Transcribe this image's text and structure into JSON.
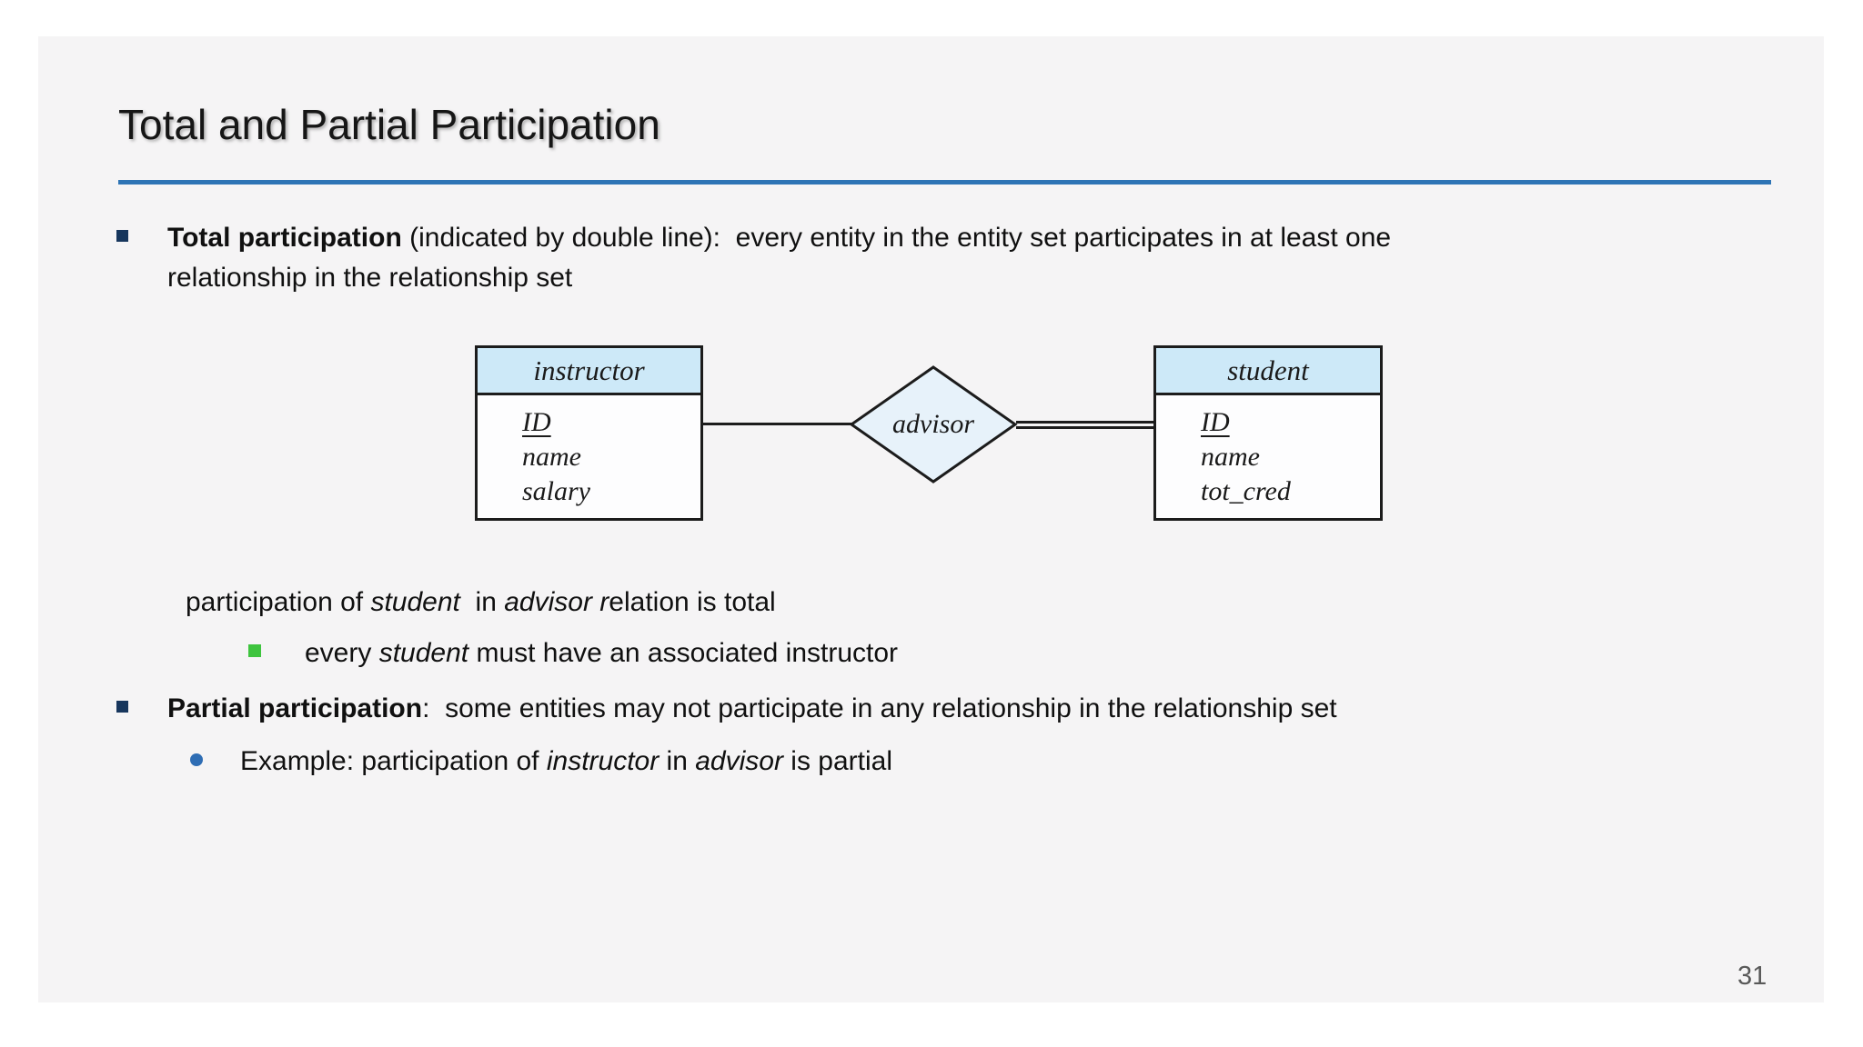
{
  "slide": {
    "title": "Total and Partial Participation",
    "page_number": "31"
  },
  "colors": {
    "slide_bg": "#f5f4f5",
    "accent_rule": "#2e74b5",
    "bullet_navy": "#17365d",
    "bullet_green": "#3ec43e",
    "bullet_dot_blue": "#2e6db4",
    "entity_header_fill": "#cde9f8",
    "entity_body_fill": "#fdfdfe",
    "diamond_fill": "#e7f2fa",
    "diagram_border": "#1c1c1c"
  },
  "bullets": {
    "total_runs": [
      {
        "t": "Total participation",
        "b": true
      },
      {
        "t": " (indicated by double line):  every entity in the entity set participates in at least one"
      },
      {
        "br": true
      },
      {
        "t": "relationship in the relationship set"
      }
    ],
    "total_note_runs": [
      {
        "t": "participation of "
      },
      {
        "t": "student",
        "i": true
      },
      {
        "t": "  in "
      },
      {
        "t": "advisor r",
        "i": true
      },
      {
        "t": "elation is total"
      }
    ],
    "total_subnote_runs": [
      {
        "t": "every "
      },
      {
        "t": "student",
        "i": true
      },
      {
        "t": " must have an associated instructor"
      }
    ],
    "partial_runs": [
      {
        "t": "Partial participation",
        "b": true
      },
      {
        "t": ":  some entities may not participate in any relationship in the relationship set"
      }
    ],
    "partial_example_runs": [
      {
        "t": "Example: participation of "
      },
      {
        "t": "instructor",
        "i": true
      },
      {
        "t": " in "
      },
      {
        "t": "advisor",
        "i": true
      },
      {
        "t": " is partial"
      }
    ]
  },
  "diagram": {
    "instructor": {
      "title": "instructor",
      "attributes": [
        "ID",
        "name",
        "salary"
      ]
    },
    "relationship": {
      "label": "advisor"
    },
    "student": {
      "title": "student",
      "attributes": [
        "ID",
        "name",
        "tot_cred"
      ]
    }
  }
}
